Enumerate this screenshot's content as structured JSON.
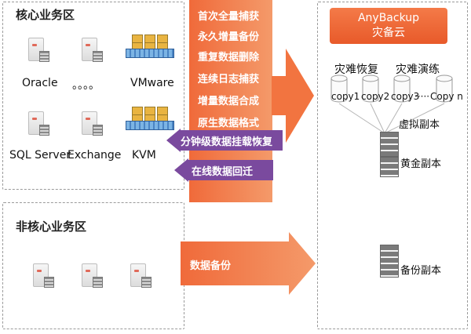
{
  "core_zone": {
    "title": "核心业务区",
    "oracle": "Oracle",
    "dots": "。。。。",
    "vmware": "VMware",
    "sqlserver": "SQL Server",
    "exchange": "Exchange",
    "kvm": "KVM"
  },
  "noncore_zone": {
    "title": "非核心业务区"
  },
  "pipeline": {
    "steps": [
      "首次全量捕获",
      "永久增量备份",
      "重复数据删除",
      "连续日志捕获",
      "增量数据合成",
      "原生数据格式"
    ],
    "mount_restore": "分钟级数据挂载恢复",
    "online_migrate": "在线数据回迁",
    "backup": "数据备份"
  },
  "cloud": {
    "title_line1": "AnyBackup",
    "title_line2": "灾备云",
    "dr_restore": "灾难恢复",
    "dr_drill": "灾难演练",
    "copies": [
      "copy1",
      "copy2",
      "copy3",
      "·····",
      "Copy n"
    ],
    "virtual_copy": "虚拟副本",
    "gold_copy": "黄金副本",
    "backup_copy": "备份副本"
  },
  "colors": {
    "orange": "#f06a3a",
    "purple": "#6c3a8e",
    "dashed_border": "#9a9a9a"
  }
}
